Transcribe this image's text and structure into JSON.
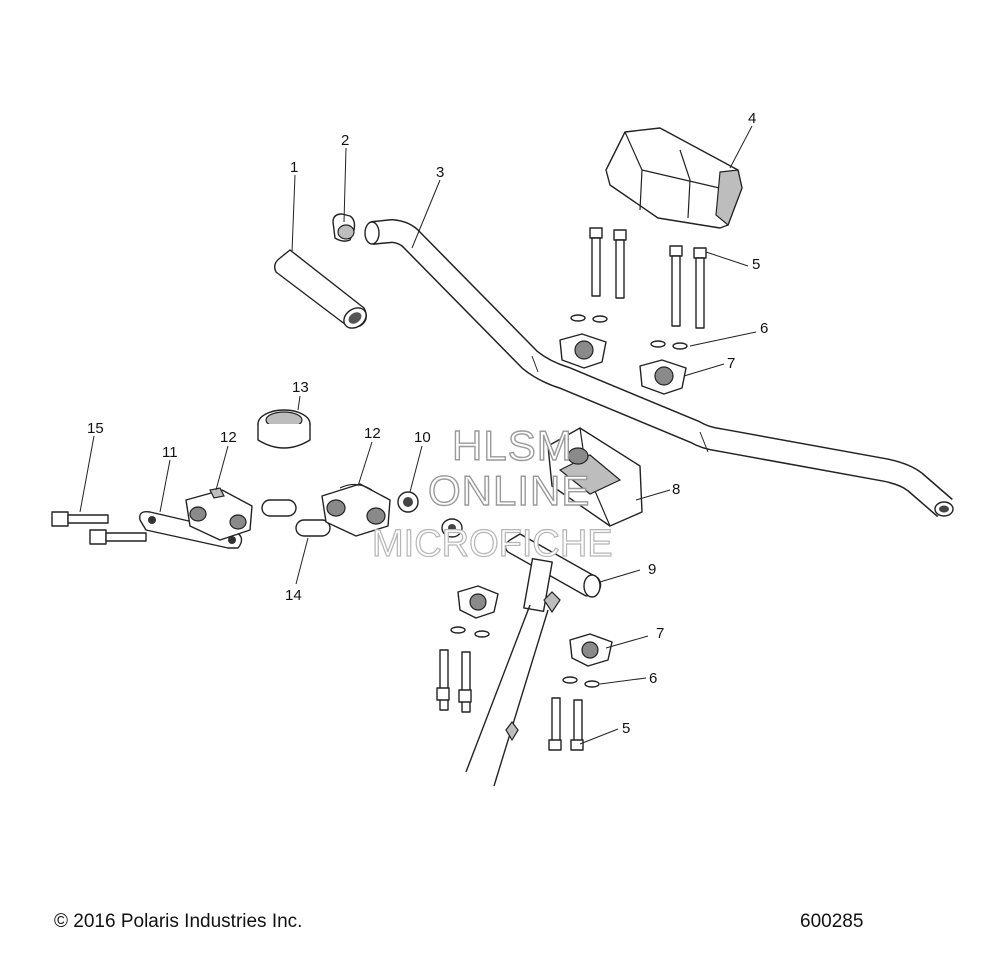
{
  "callouts": [
    {
      "id": "c1",
      "text": "1"
    },
    {
      "id": "c2",
      "text": "2"
    },
    {
      "id": "c3",
      "text": "3"
    },
    {
      "id": "c4",
      "text": "4"
    },
    {
      "id": "c5a",
      "text": "5"
    },
    {
      "id": "c6a",
      "text": "6"
    },
    {
      "id": "c7a",
      "text": "7"
    },
    {
      "id": "c8",
      "text": "8"
    },
    {
      "id": "c9",
      "text": "9"
    },
    {
      "id": "c7b",
      "text": "7"
    },
    {
      "id": "c6b",
      "text": "6"
    },
    {
      "id": "c5b",
      "text": "5"
    },
    {
      "id": "c10",
      "text": "10"
    },
    {
      "id": "c12a",
      "text": "12"
    },
    {
      "id": "c12b",
      "text": "12"
    },
    {
      "id": "c13",
      "text": "13"
    },
    {
      "id": "c11",
      "text": "11"
    },
    {
      "id": "c15",
      "text": "15"
    },
    {
      "id": "c14",
      "text": "14"
    }
  ],
  "watermark": {
    "line1": "HLSM",
    "line2": "ONLINE",
    "line3": "MICROFICHE"
  },
  "footer": {
    "copyright": "© 2016 Polaris Industries Inc.",
    "diagram_number": "600285"
  }
}
